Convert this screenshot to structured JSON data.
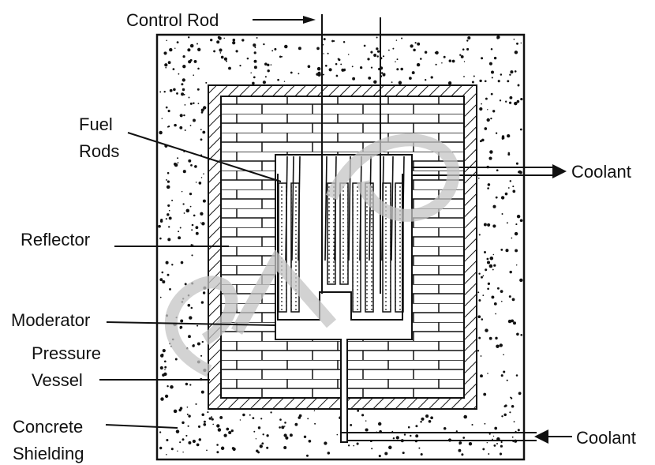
{
  "labels": {
    "control_rod": "Control Rod",
    "fuel_rods_line1": "Fuel",
    "fuel_rods_line2": "Rods",
    "coolant_out": "Coolant",
    "reflector": "Reflector",
    "moderator": "Moderator",
    "pressure_vessel_line1": "Pressure",
    "pressure_vessel_line2": "Vessel",
    "concrete_shielding_line1": "Concrete",
    "concrete_shielding_line2": "Shielding",
    "coolant_in": "Coolant"
  },
  "colors": {
    "ink": "#111111",
    "background": "#ffffff",
    "watermark": "#bfbfbf"
  }
}
